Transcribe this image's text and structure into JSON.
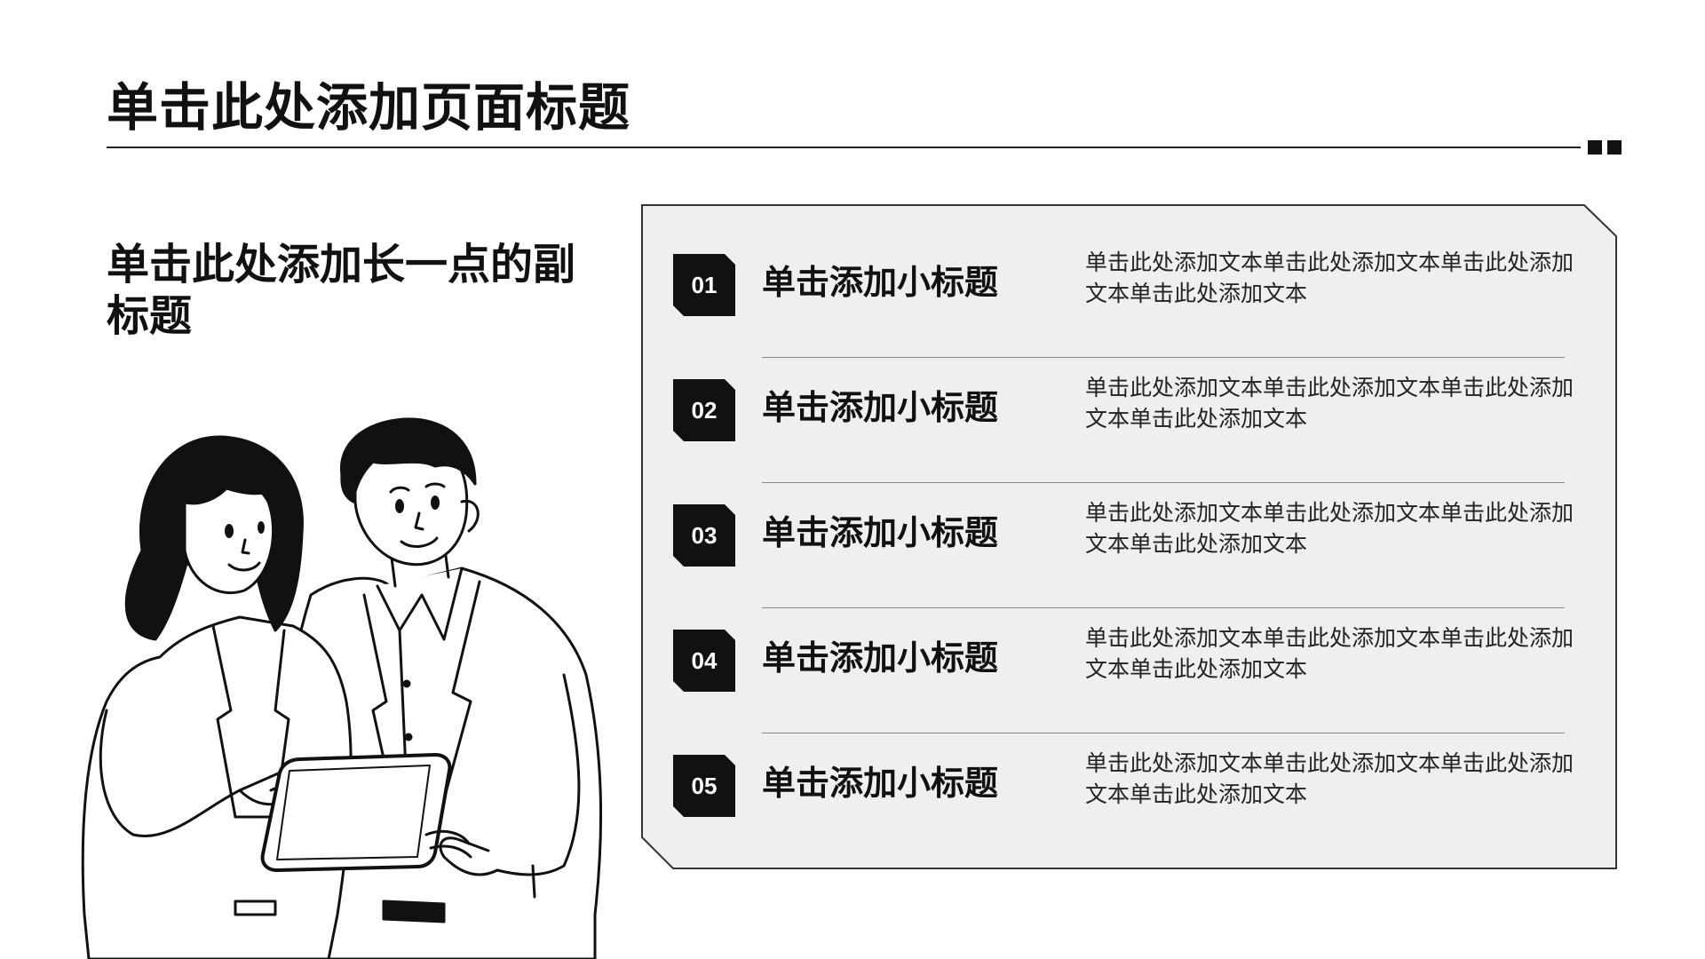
{
  "page": {
    "title": "单击此处添加页面标题",
    "subtitle": "单击此处添加长一点的副标题"
  },
  "theme": {
    "background": "#ffffff",
    "panel_fill": "#efefef",
    "ink": "#111111"
  },
  "illustration": {
    "icon": "two-people-with-tablet-illustration"
  },
  "items": [
    {
      "number": "01",
      "title": "单击添加小标题",
      "desc": "单击此处添加文本单击此处添加文本单击此处添加文本单击此处添加文本"
    },
    {
      "number": "02",
      "title": "单击添加小标题",
      "desc": "单击此处添加文本单击此处添加文本单击此处添加文本单击此处添加文本"
    },
    {
      "number": "03",
      "title": "单击添加小标题",
      "desc": "单击此处添加文本单击此处添加文本单击此处添加文本单击此处添加文本"
    },
    {
      "number": "04",
      "title": "单击添加小标题",
      "desc": "单击此处添加文本单击此处添加文本单击此处添加文本单击此处添加文本"
    },
    {
      "number": "05",
      "title": "单击添加小标题",
      "desc": "单击此处添加文本单击此处添加文本单击此处添加文本单击此处添加文本"
    }
  ]
}
